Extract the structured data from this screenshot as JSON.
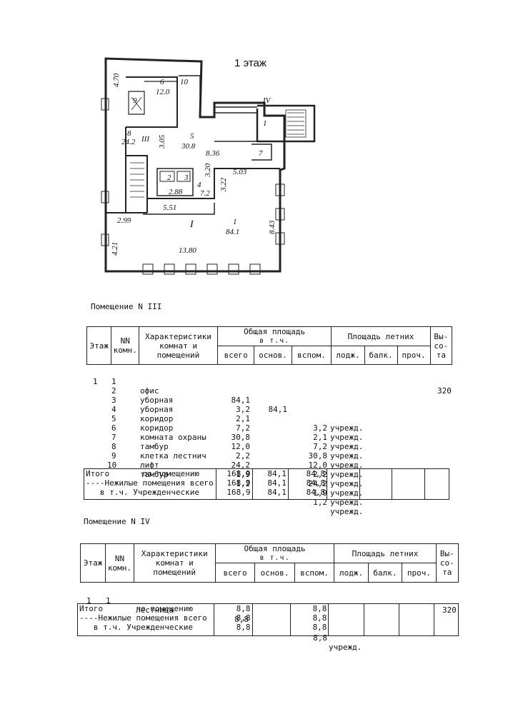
{
  "floor_title": "1 этаж",
  "plan": {
    "labels": {
      "r6": "6",
      "r6_area": "12.0",
      "r10": "10",
      "r9": "9",
      "r8": "8",
      "r8_area": "24.2",
      "r5": "5",
      "r5_area": "30.8",
      "r7": "7",
      "r1": "1",
      "r1_area": "84.1",
      "r2": "2",
      "r3": "3",
      "r4": "4",
      "dim_836": "8.36",
      "dim_503": "5.03",
      "dim_551": "5.51",
      "dim_1380": "13.80",
      "dim_299": "2.99",
      "dim_843": "8.43",
      "dim_421": "4.21",
      "dim_305": "3.05",
      "dim_320": "3.20",
      "dim_322": "3.22",
      "dim_288": "2.88",
      "dim_720": "7.2",
      "dim_470": "4.70",
      "roman_I": "I",
      "roman_III": "III",
      "roman_IV": "IV",
      "stair_1": "1"
    }
  },
  "table_headers": {
    "etazh": "Этаж",
    "nn": "NN\nкомн.",
    "char": "Характеристики\nкомнат и\nпомещений",
    "total_area": "Общая площадь",
    "vtch": "в т.ч.",
    "vsego": "всего",
    "osnov": "основ.",
    "vspom": "вспом.",
    "summer_area": "Площадь летних",
    "lodzh": "лодж.",
    "balk": "балк.",
    "proch": "проч.",
    "height": "Вы-\nсо-\nта"
  },
  "section3": {
    "title": "Помещение N III",
    "floor": "1",
    "height": "320",
    "rows": [
      {
        "n": "1",
        "name": "офис",
        "total": "84,1",
        "osnov": "84,1",
        "vspom": "",
        "type": "учрежд."
      },
      {
        "n": "2",
        "name": "уборная",
        "total": "3,2",
        "osnov": "",
        "vspom": "3,2",
        "type": "учрежд."
      },
      {
        "n": "3",
        "name": "уборная",
        "total": "2,1",
        "osnov": "",
        "vspom": "2,1",
        "type": "учрежд."
      },
      {
        "n": "4",
        "name": "коридор",
        "total": "7,2",
        "osnov": "",
        "vspom": "7,2",
        "type": "учрежд."
      },
      {
        "n": "5",
        "name": "коридор",
        "total": "30,8",
        "osnov": "",
        "vspom": "30,8",
        "type": "учрежд."
      },
      {
        "n": "6",
        "name": "комната охраны",
        "total": "12,0",
        "osnov": "",
        "vspom": "12,0",
        "type": "учрежд."
      },
      {
        "n": "7",
        "name": "тамбур",
        "total": "2,2",
        "osnov": "",
        "vspom": "2,2",
        "type": "учрежд."
      },
      {
        "n": "8",
        "name": "клетка лестнич",
        "total": "24,2",
        "osnov": "",
        "vspom": "24,2",
        "type": "учрежд."
      },
      {
        "n": "9",
        "name": "лифт",
        "total": "1,9",
        "osnov": "",
        "vspom": "1,9",
        "type": "учрежд."
      },
      {
        "n": "10",
        "name": "тамбур",
        "total": "1,2",
        "osnov": "",
        "vspom": "1,2",
        "type": "учрежд."
      }
    ],
    "totals": [
      {
        "label": "Итого       по помещению",
        "total": "168,9",
        "osnov": "84,1",
        "vspom": "84,8"
      },
      {
        "label": "----Нежилые помещения всего",
        "total": "168,9",
        "osnov": "84,1",
        "vspom": "84,8"
      },
      {
        "label": "   в т.ч. Учрежденческие",
        "total": "168,9",
        "osnov": "84,1",
        "vspom": "84,8"
      }
    ]
  },
  "section4": {
    "title": "Помещение N IV",
    "floor": "1",
    "height": "320",
    "rows": [
      {
        "n": "1",
        "name": "лестница",
        "total": "8,8",
        "osnov": "",
        "vspom": "8,8",
        "type": "учрежд."
      }
    ],
    "totals": [
      {
        "label": "Итого       по помещению",
        "total": "8,8",
        "osnov": "",
        "vspom": "8,8"
      },
      {
        "label": "----Нежилые помещения всего",
        "total": "8,8",
        "osnov": "",
        "vspom": "8,8"
      },
      {
        "label": "   в т.ч. Учрежденческие",
        "total": "8,8",
        "osnov": "",
        "vspom": "8,8"
      }
    ]
  }
}
